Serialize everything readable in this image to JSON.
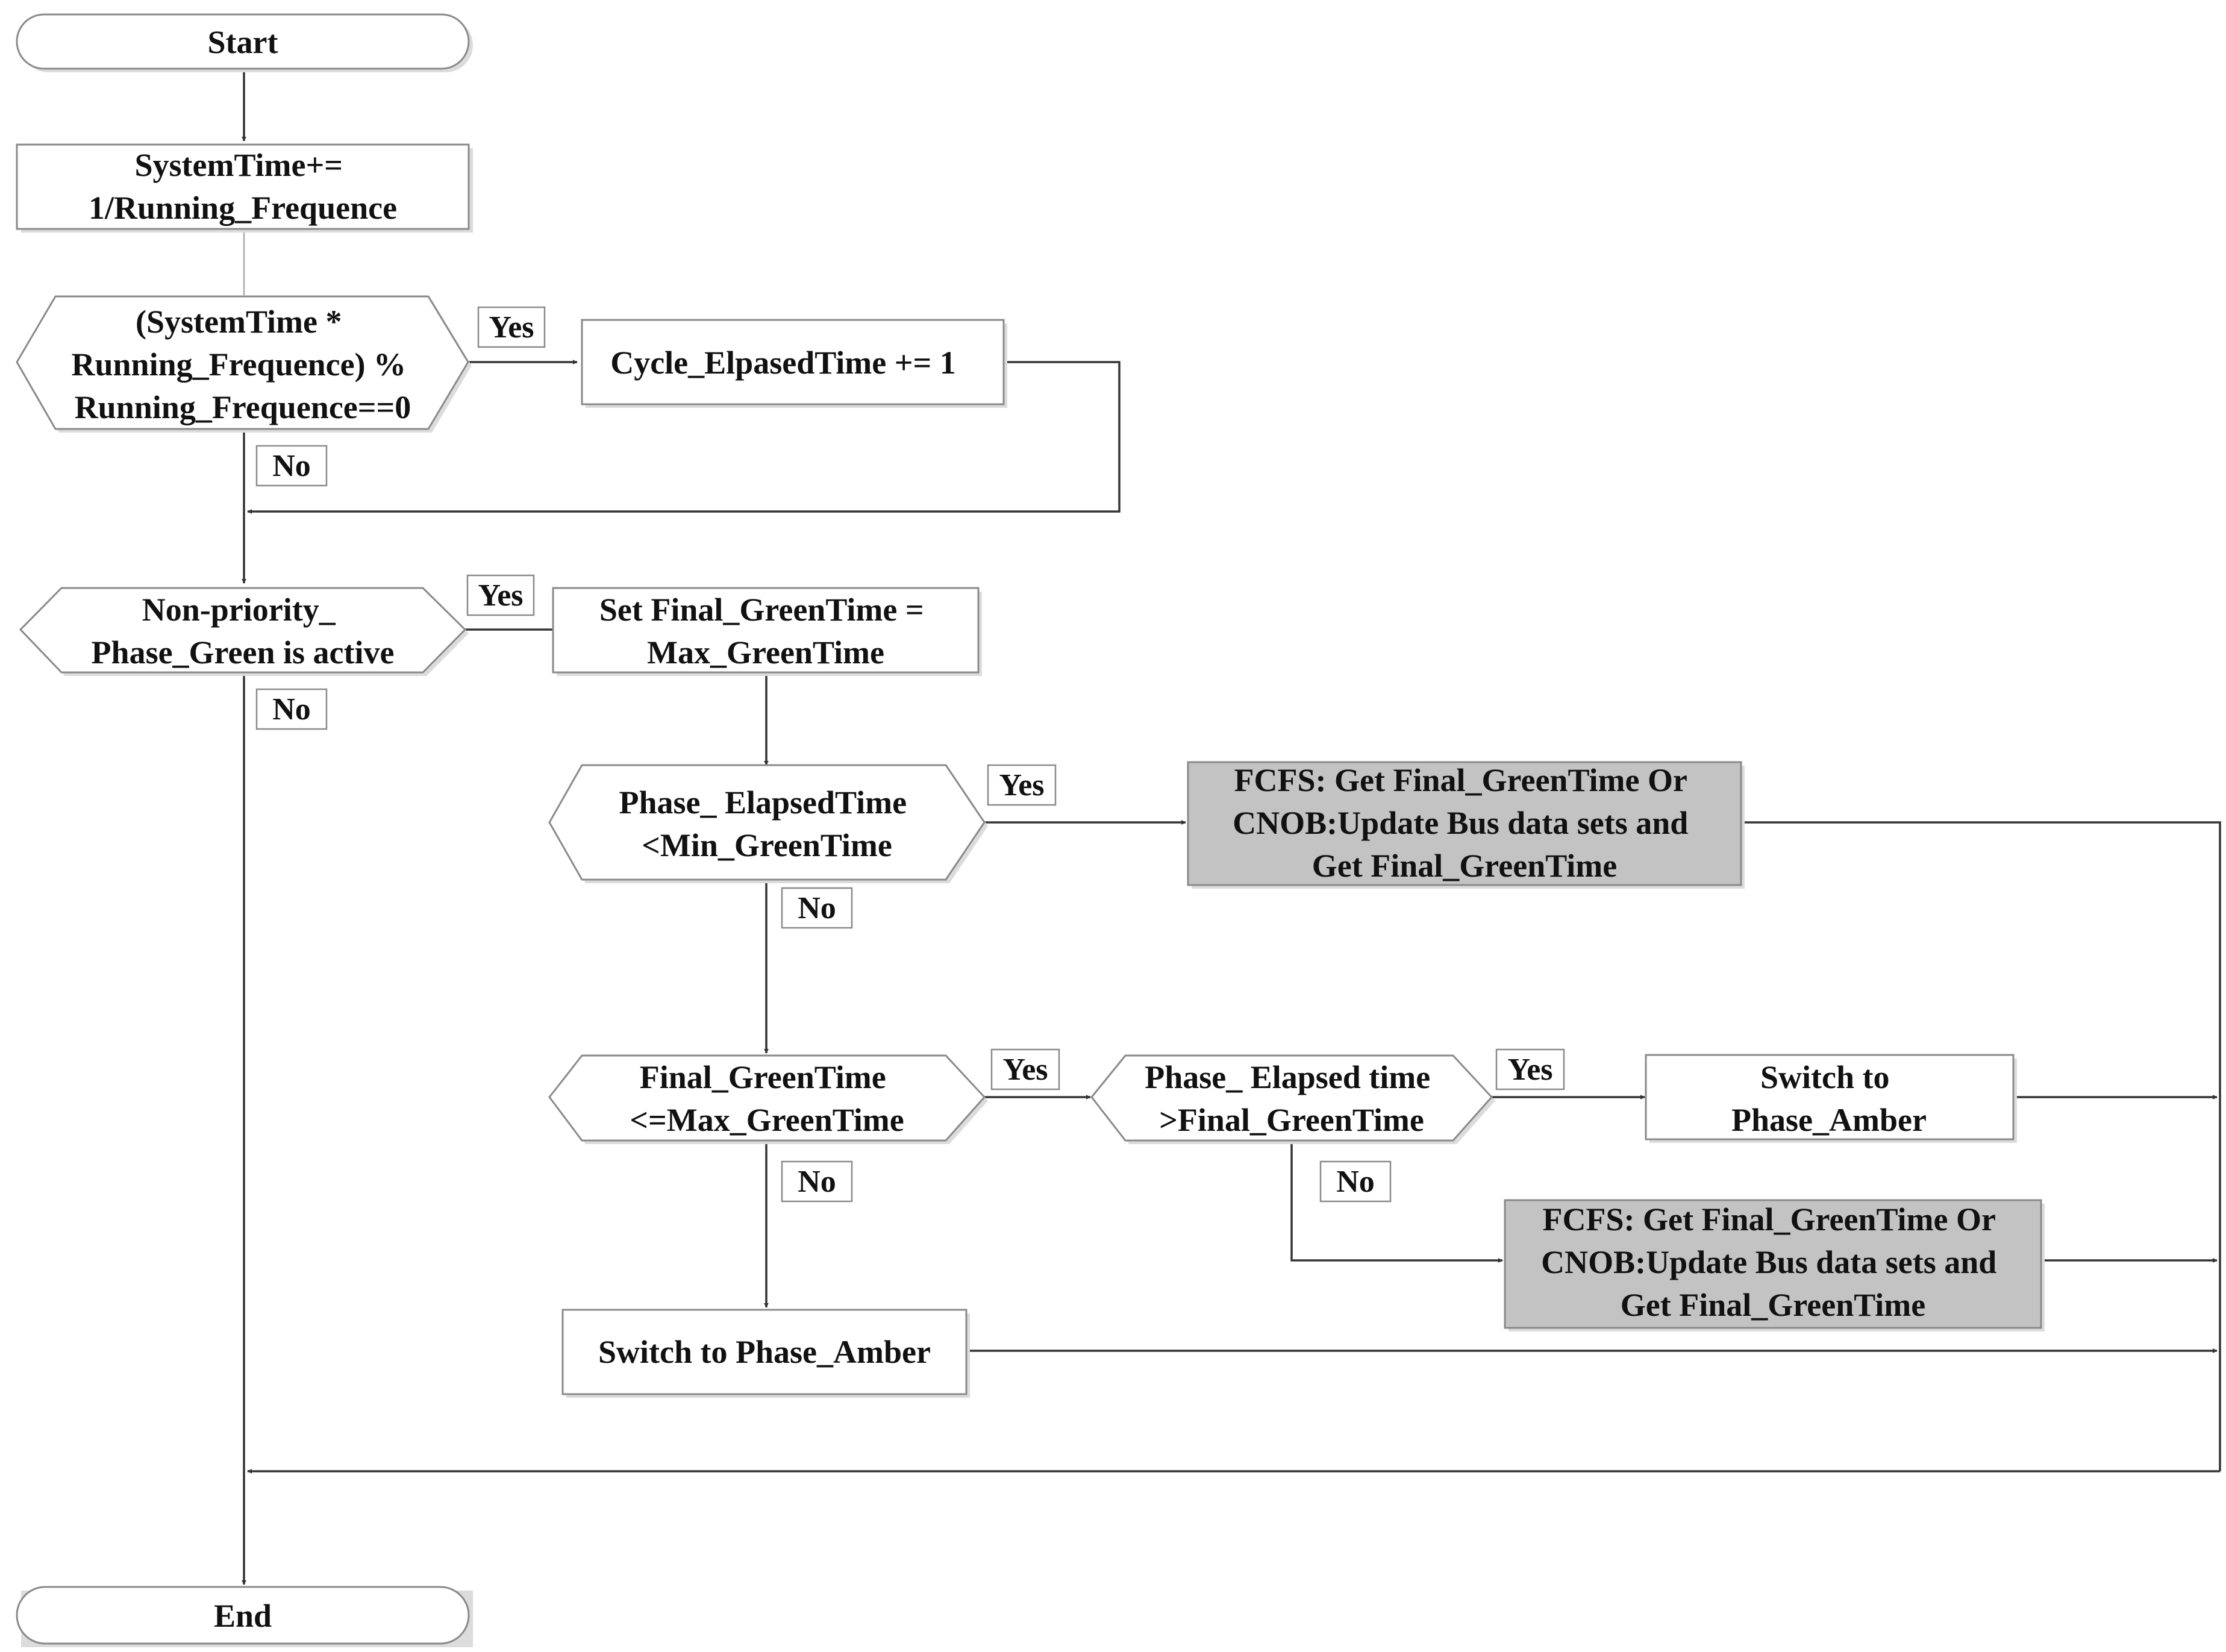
{
  "nodes": {
    "start": {
      "lines": [
        "Start"
      ]
    },
    "systime": {
      "lines": [
        "SystemTime+=",
        "1/Running_Frequence"
      ]
    },
    "dec_mod": {
      "lines": [
        "(SystemTime *",
        "Running_Frequence) %",
        "Running_Frequence==0"
      ]
    },
    "cycle_elapsed": {
      "lines": [
        "Cycle_ElpasedTime += 1"
      ]
    },
    "dec_nonpriority": {
      "lines": [
        "Non-priority_",
        "Phase_Green is active"
      ]
    },
    "set_final": {
      "lines": [
        "Set Final_GreenTime =",
        "Max_GreenTime"
      ]
    },
    "dec_phase_min": {
      "lines": [
        "Phase_ ElapsedTime",
        "<Min_GreenTime"
      ]
    },
    "fcfs_top": {
      "lines": [
        "FCFS: Get Final_GreenTime Or",
        "CNOB:Update Bus data sets and",
        "Get Final_GreenTime"
      ]
    },
    "dec_final_max": {
      "lines": [
        "Final_GreenTime",
        "<=Max_GreenTime"
      ]
    },
    "dec_phase_final": {
      "lines": [
        "Phase_ Elapsed time",
        ">Final_GreenTime"
      ]
    },
    "switch_amber_right": {
      "lines": [
        "Switch to",
        "Phase_Amber"
      ]
    },
    "fcfs_bottom": {
      "lines": [
        "FCFS: Get Final_GreenTime Or",
        "CNOB:Update Bus data sets and",
        "Get Final_GreenTime"
      ]
    },
    "switch_amber_left": {
      "lines": [
        "Switch to Phase_Amber"
      ]
    },
    "end": {
      "lines": [
        "End"
      ]
    }
  },
  "labels": {
    "yes_1": "Yes",
    "no_1": "No",
    "yes_2": "Yes",
    "no_2": "No",
    "yes_3": "Yes",
    "no_3": "No",
    "yes_4": "Yes",
    "no_4": "No",
    "yes_5": "Yes",
    "no_5": "No"
  },
  "colors": {
    "process_fill": "#ffffff",
    "highlight_fill": "#c3c3c3",
    "border": "#8a8a8a",
    "line": "#333333"
  }
}
